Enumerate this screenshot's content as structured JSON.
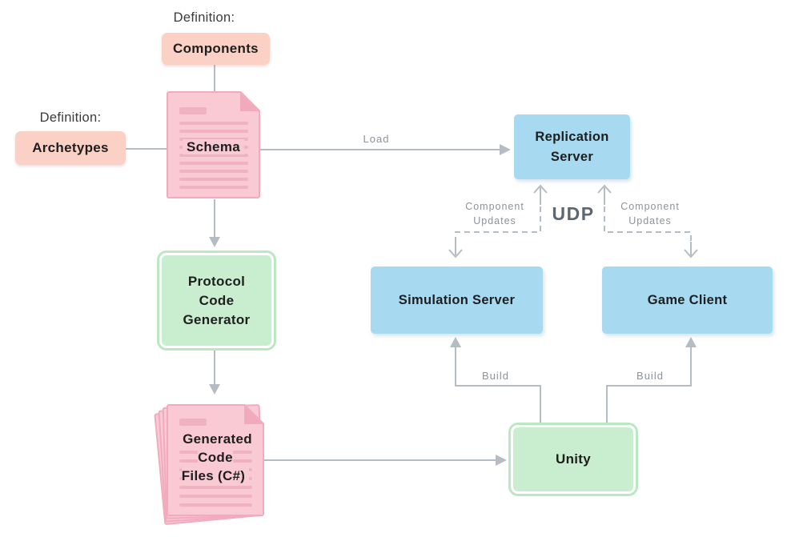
{
  "colors": {
    "peach": "#fbd1c5",
    "doc_fill": "#f9c9d4",
    "doc_edge": "#f2abbe",
    "doc_fold": "#f1a9bd",
    "doc_line": "#f0b2c3",
    "blue": "#a7daf1",
    "green_fill": "#c9edcf",
    "green_ring": "#b9e8c2",
    "connector": "#b6bcc4",
    "label_gray": "#8a939e",
    "udp_gray": "#5d6770",
    "text_dark": "#1e1e1e",
    "caption_gray": "#3b3b3b"
  },
  "definitions": {
    "components": {
      "caption": "Definition:",
      "label": "Components"
    },
    "archetypes": {
      "caption": "Definition:",
      "label": "Archetypes"
    }
  },
  "nodes": {
    "schema": {
      "label": "Schema"
    },
    "protocol_code_generator": {
      "label": "Protocol\nCode\nGenerator"
    },
    "generated_code_files": {
      "label": "Generated\nCode\nFiles (C#)"
    },
    "replication_server": {
      "label": "Replication\nServer"
    },
    "simulation_server": {
      "label": "Simulation Server"
    },
    "game_client": {
      "label": "Game Client"
    },
    "unity": {
      "label": "Unity"
    }
  },
  "edge_labels": {
    "load": "Load",
    "udp": "UDP",
    "component_updates_left": "Component\nUpdates",
    "component_updates_right": "Component\nUpdates",
    "build_left": "Build",
    "build_right": "Build"
  }
}
